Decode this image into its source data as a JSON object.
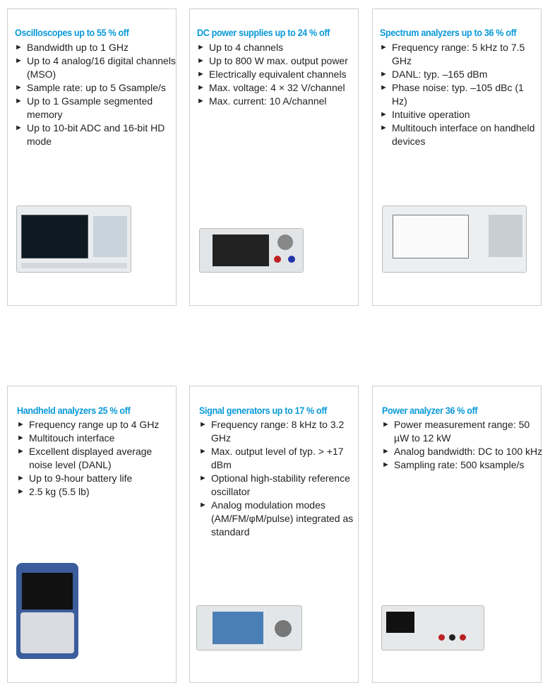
{
  "cards": [
    {
      "title": "Oscilloscopes up to 55 % off",
      "bullets": [
        "Bandwidth up to 1 GHz",
        "Up to 4 analog/16 digital channels (MSO)",
        "Sample rate: up to 5 Gsample/s",
        "Up to 1 Gsample segmented memory",
        "Up to 10-bit ADC and 16-bit HD mode"
      ],
      "image": "oscilloscope"
    },
    {
      "title": "DC power supplies up to 24 % off",
      "bullets": [
        "Up to 4 channels",
        "Up to 800 W max. output power",
        "Electrically equivalent channels",
        "Max. voltage: 4 × 32 V/channel",
        "Max. current: 10 A/channel"
      ],
      "image": "dc-power-supply"
    },
    {
      "title": "Spectrum analyzers up to 36 % off",
      "bullets": [
        "Frequency range: 5 kHz to 7.5 GHz",
        "DANL: typ. –165 dBm",
        "Phase noise: typ. –105 dBc (1 Hz)",
        "Intuitive operation",
        "Multitouch interface on handheld devices"
      ],
      "image": "spectrum-analyzer"
    },
    {
      "title": "Handheld analyzers 25 % off",
      "bullets": [
        "Frequency range up to 4 GHz",
        "Multitouch interface",
        "Excellent displayed average noise level (DANL)",
        "Up to 9-hour battery life",
        "2.5 kg (5.5 lb)"
      ],
      "image": "handheld-analyzer"
    },
    {
      "title": "Signal generators up to 17 % off",
      "bullets": [
        "Frequency range: 8 kHz to 3.2 GHz",
        "Max. output level of typ. > +17 dBm",
        "Optional high-stability reference oscillator",
        "Analog modulation modes (AM/FM/φM/pulse) integrated as standard"
      ],
      "image": "signal-generator"
    },
    {
      "title": "Power analyzer 36 % off",
      "bullets": [
        "Power measurement range: 50 µW to 12 kW",
        "Analog bandwidth: DC to 100 kHz",
        "Sampling rate: 500 ksample/s"
      ],
      "image": "power-analyzer"
    }
  ]
}
